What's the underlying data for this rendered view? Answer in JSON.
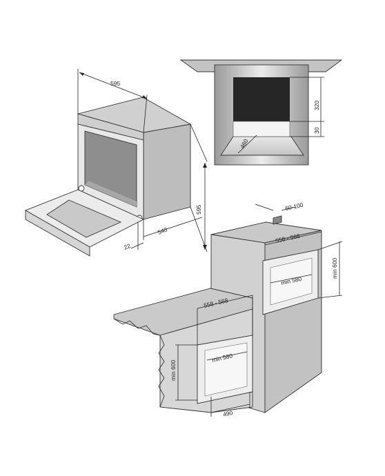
{
  "oven_dimensions": {
    "width": "595",
    "height": "595",
    "depth": "540",
    "door_gap": "22"
  },
  "cavity_view": {
    "opening_height": "320",
    "lower_gap": "30",
    "depth": "460"
  },
  "column_install": {
    "rear_vent": "60-100",
    "niche_width": "558 - 568",
    "niche_height": "min 600",
    "niche_depth": "min 580"
  },
  "undercounter_install": {
    "niche_width": "558 - 568",
    "niche_height": "min 600",
    "niche_depth": "min 580",
    "front_depth": "490"
  }
}
